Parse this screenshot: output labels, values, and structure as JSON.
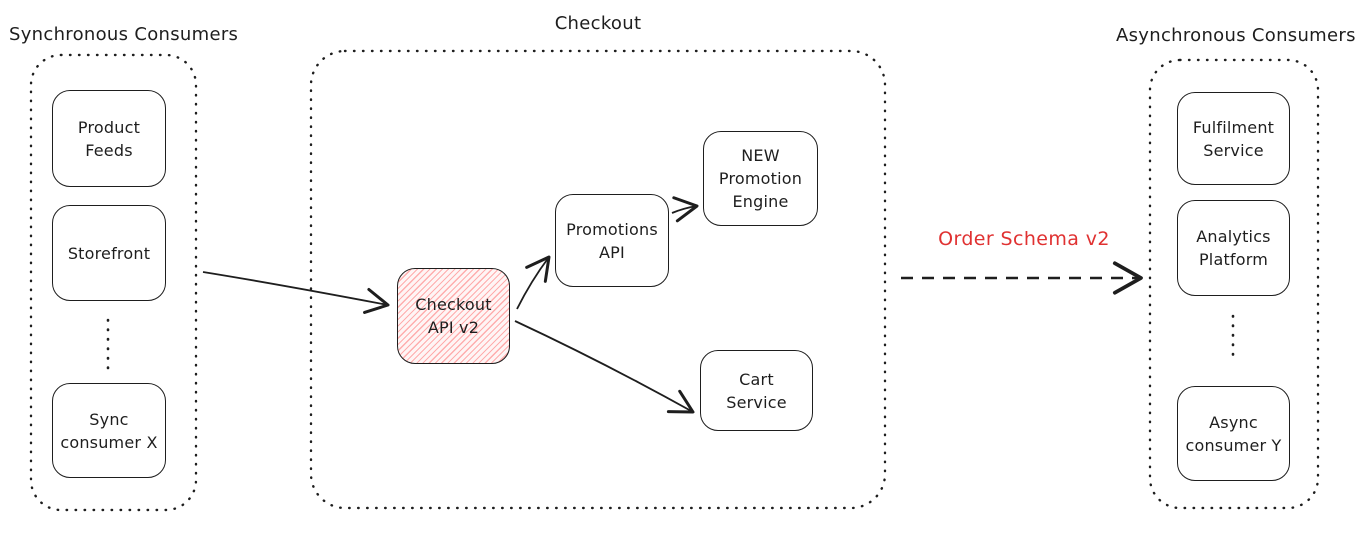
{
  "groups": {
    "sync": {
      "title": "Synchronous Consumers",
      "nodes": {
        "product_feeds": {
          "label": "Product\nFeeds"
        },
        "storefront": {
          "label": "Storefront"
        },
        "sync_consumer_x": {
          "label": "Sync\nconsumer X"
        }
      }
    },
    "checkout": {
      "title": "Checkout",
      "nodes": {
        "checkout_api_v2": {
          "label": "Checkout\nAPI v2",
          "fill": "red-hachure"
        },
        "promotions_api": {
          "label": "Promotions\nAPI"
        },
        "new_promotion_engine": {
          "label": "NEW\nPromotion\nEngine"
        },
        "cart_service": {
          "label": "Cart\nService"
        }
      }
    },
    "async": {
      "title": "Asynchronous Consumers",
      "nodes": {
        "fulfilment_service": {
          "label": "Fulfilment\nService"
        },
        "analytics_platform": {
          "label": "Analytics\nPlatform"
        },
        "async_consumer_y": {
          "label": "Async\nconsumer Y"
        }
      }
    }
  },
  "edges": [
    {
      "id": "sync_to_checkout_api",
      "from": "sync_consumers",
      "to": "checkout_api_v2",
      "style": "solid"
    },
    {
      "id": "checkout_api_to_promotions_api",
      "from": "checkout_api_v2",
      "to": "promotions_api",
      "style": "solid"
    },
    {
      "id": "promotions_api_to_new_promotion_engine",
      "from": "promotions_api",
      "to": "new_promotion_engine",
      "style": "solid"
    },
    {
      "id": "checkout_api_to_cart_service",
      "from": "checkout_api_v2",
      "to": "cart_service",
      "style": "solid"
    },
    {
      "id": "checkout_to_async_consumers",
      "from": "checkout",
      "to": "async_consumers",
      "style": "dashed",
      "label": "Order Schema v2",
      "label_color": "#e03131"
    }
  ],
  "colors": {
    "stroke": "#1e1e1e",
    "accent_red": "#e03131",
    "highlight_fill": "#ffc9c9",
    "background": "#ffffff"
  }
}
